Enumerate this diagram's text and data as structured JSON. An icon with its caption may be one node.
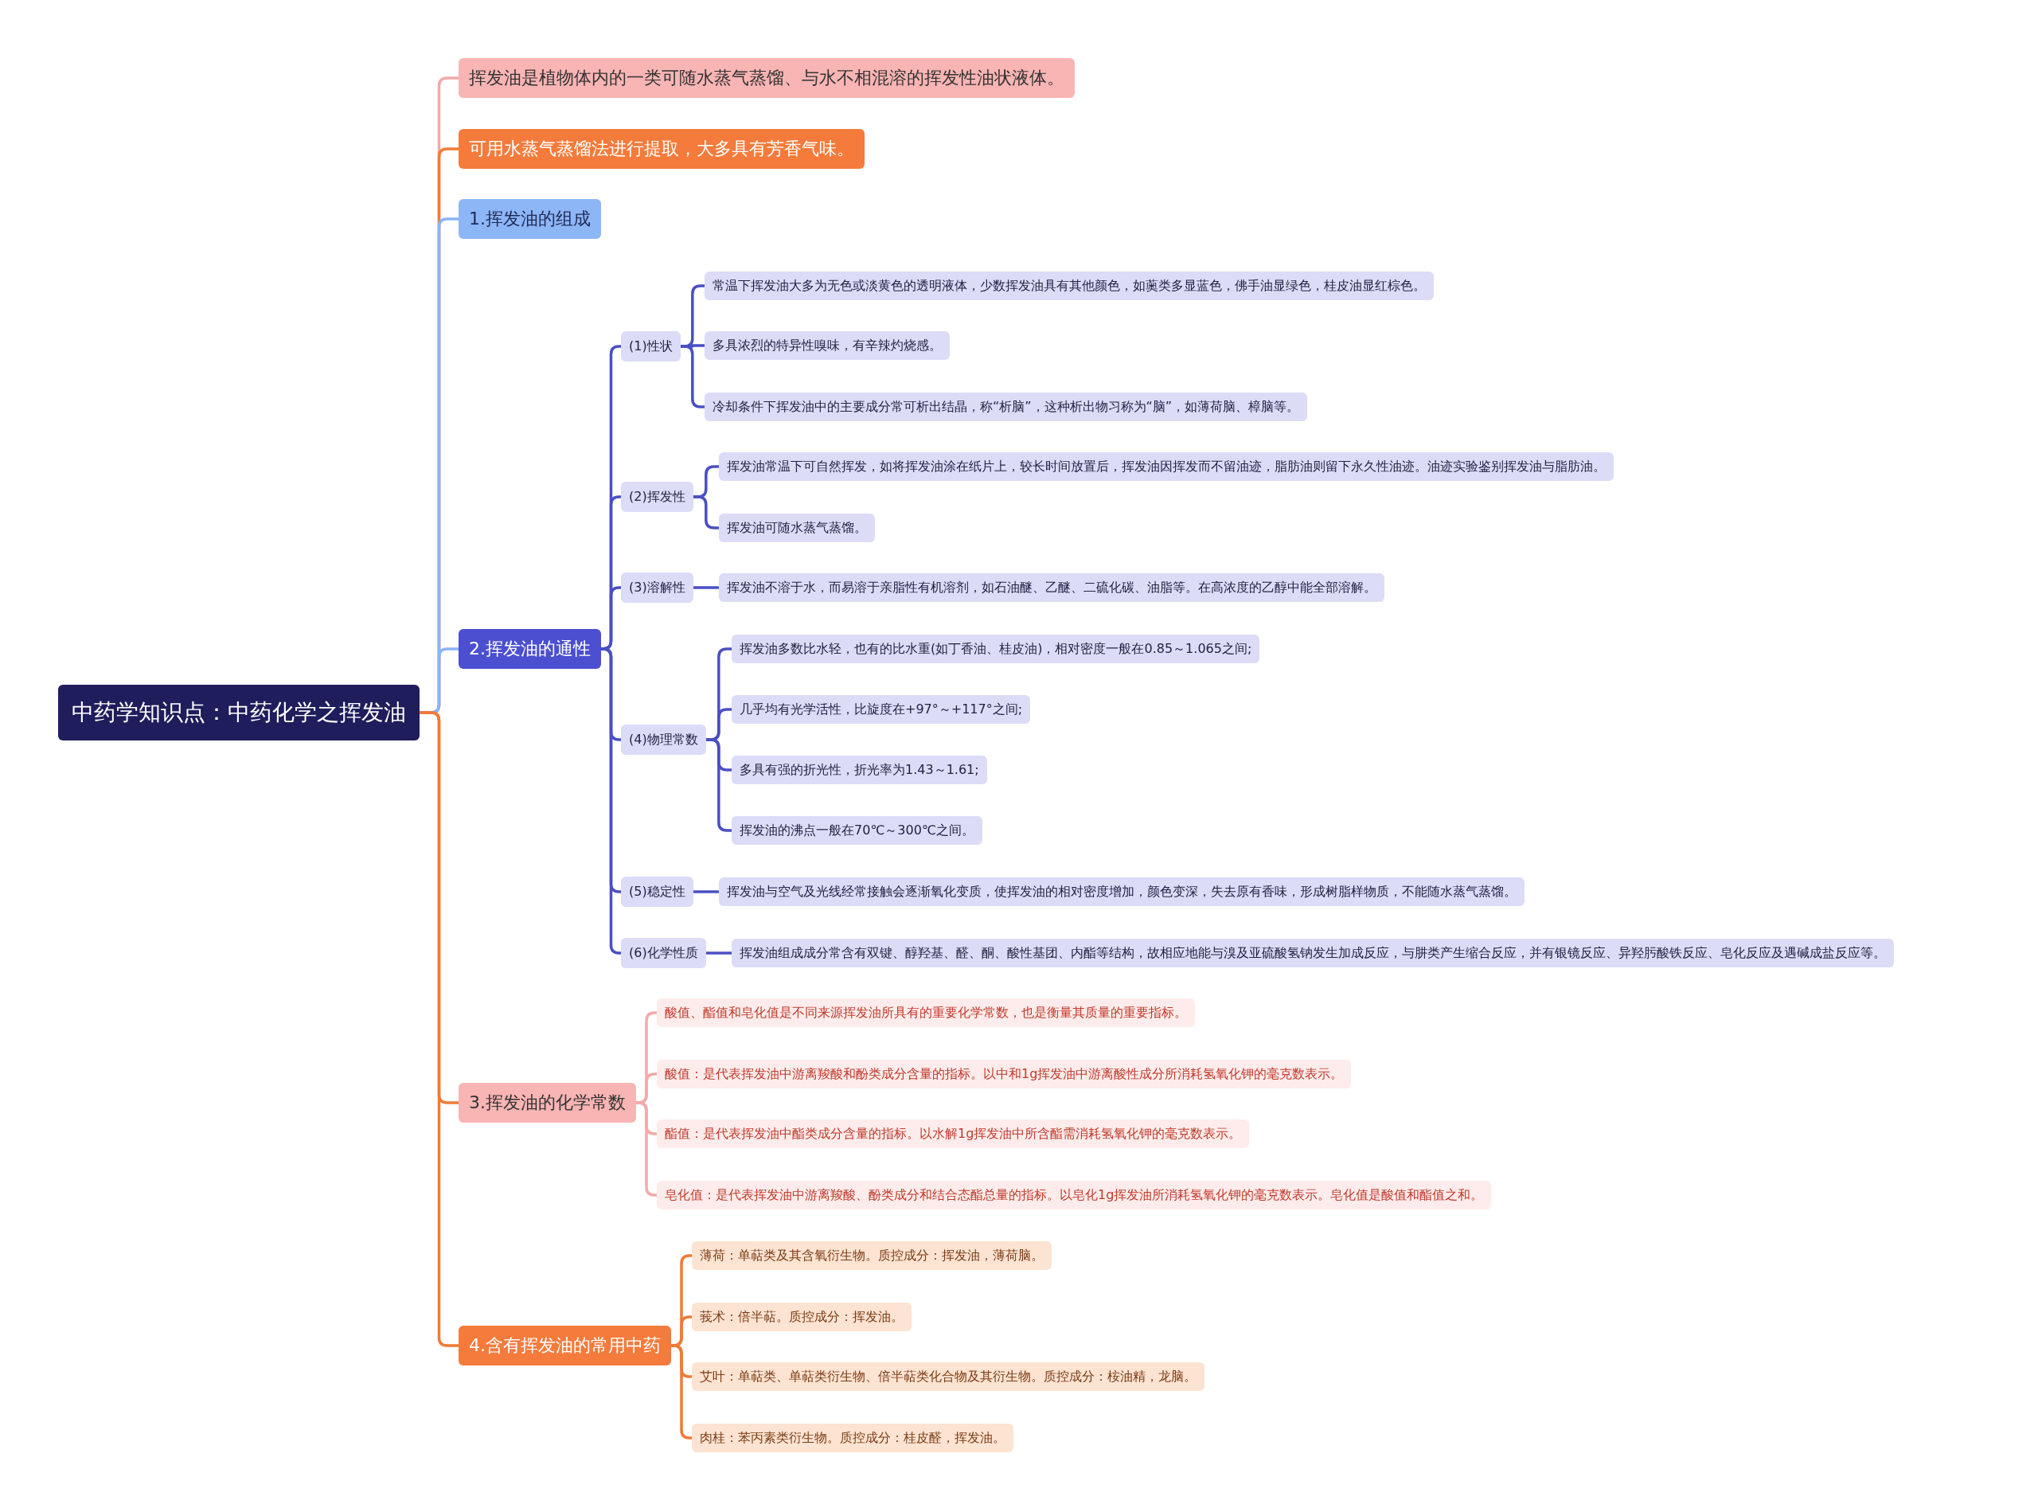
{
  "diagram": {
    "nodes": [
      {
        "text": [
          "中药学知识点：中药化学之挥发油"
        ]
      },
      {
        "text": [
          "挥发油是植物体内的一类可随水蒸气蒸馏、与水不相混溶的挥发性油状液体。"
        ]
      },
      {
        "text": [
          "可用水蒸气蒸馏法进行提取，大多具有芳香气味。"
        ]
      },
      {
        "text": [
          "1.挥发油的组成"
        ]
      },
      {
        "text": [
          "2.挥发油的通性"
        ]
      },
      {
        "text": [
          "(1)性状"
        ]
      },
      {
        "text": [
          "常温下挥发油大多为无色或淡黄色的透明液体，少数挥发油具有其他颜色，如薁类多显蓝色，佛手油显绿色，桂皮油显红棕色。"
        ]
      },
      {
        "text": [
          "多具浓烈的特异性嗅味，有辛辣灼烧感。"
        ]
      },
      {
        "text": [
          "冷却条件下挥发油中的主要成分常可析出结晶，称“析脑”，这种析出物习称为“脑”，如薄荷脑、樟脑等。"
        ]
      },
      {
        "text": [
          "(2)挥发性"
        ]
      },
      {
        "text": [
          "挥发油常温下可自然挥发，如将挥发油涂在纸片上，较长时间放置后，挥发油因挥发而不留油迹，脂肪油则留下永久性油迹。油迹实验鉴别挥发油与脂肪油。"
        ]
      },
      {
        "text": [
          "挥发油可随水蒸气蒸馏。"
        ]
      },
      {
        "text": [
          "(3)溶解性"
        ]
      },
      {
        "text": [
          "挥发油不溶于水，而易溶于亲脂性有机溶剂，如石油醚、乙醚、二硫化碳、油脂等。在高浓度的乙醇中能全部溶解。"
        ]
      },
      {
        "text": [
          "(4)物理常数"
        ]
      },
      {
        "text": [
          "挥发油多数比水轻，也有的比水重(如丁香油、桂皮油)，相对密度一般在0.85～1.065之间;"
        ]
      },
      {
        "text": [
          "几乎均有光学活性，比旋度在+97°～+117°之间;"
        ]
      },
      {
        "text": [
          "多具有强的折光性，折光率为1.43～1.61;"
        ]
      },
      {
        "text": [
          "挥发油的沸点一般在70℃～300℃之间。"
        ]
      },
      {
        "text": [
          "(5)稳定性"
        ]
      },
      {
        "text": [
          "挥发油与空气及光线经常接触会逐渐氧化变质，使挥发油的相对密度增加，颜色变深，失去原有香味，形成树脂样物质，不能随水蒸气蒸馏。"
        ]
      },
      {
        "text": [
          "(6)化学性质"
        ]
      },
      {
        "text": [
          "挥发油组成成分常含有双键、醇羟基、醛、酮、酸性基团、内酯等结构，故相应地能与溴及亚硫酸氢钠发生加成反应，与肼类产生缩合反应，并有银镜反应、异羟肟酸铁反应、皂化反应及遇碱成盐反应等。"
        ]
      },
      {
        "text": [
          "3.挥发油的化学常数"
        ]
      },
      {
        "text": [
          "酸值、酯值和皂化值是不同来源挥发油所具有的重要化学常数，也是衡量其质量的重要指标。"
        ]
      },
      {
        "text": [
          "酸值：是代表挥发油中游离羧酸和酚类成分含量的指标。以中和1g挥发油中游离酸性成分所消耗氢氧化钾的毫克数表示。"
        ]
      },
      {
        "text": [
          "酯值：是代表挥发油中酯类成分含量的指标。以水解1g挥发油中所含酯需消耗氢氧化钾的毫克数表示。"
        ]
      },
      {
        "text": [
          "皂化值：是代表挥发油中游离羧酸、酚类成分和结合态酯总量的指标。以皂化1g挥发油所消耗氢氧化钾的毫克数表示。皂化值是酸值和酯值之和。"
        ]
      },
      {
        "text": [
          "4.含有挥发油的常用中药"
        ]
      },
      {
        "text": [
          "薄荷：单萜类及其含氧衍生物。质控成分：挥发油，薄荷脑。"
        ]
      },
      {
        "text": [
          "莪术：倍半萜。质控成分：挥发油。"
        ]
      },
      {
        "text": [
          "艾叶：单萜类、单萜类衍生物、倍半萜类化合物及其衍生物。质控成分：桉油精，龙脑。"
        ]
      },
      {
        "text": [
          "肉桂：苯丙素类衍生物。质控成分：桂皮醛，挥发油。"
        ]
      }
    ],
    "edges": [
      {
        "from": 0,
        "to": 1,
        "arrow": "none",
        "color": "#f4a9a8"
      },
      {
        "from": 0,
        "to": 2,
        "arrow": "none",
        "color": "#f07a36"
      },
      {
        "from": 0,
        "to": 3,
        "arrow": "none",
        "color": "#8ab4f8"
      },
      {
        "from": 0,
        "to": 4,
        "arrow": "none",
        "color": "#8ab4f8"
      },
      {
        "from": 0,
        "to": 23,
        "arrow": "none",
        "color": "#f07a36"
      },
      {
        "from": 0,
        "to": 28,
        "arrow": "none",
        "color": "#f07a36"
      },
      {
        "from": 4,
        "to": 5,
        "arrow": "none"
      },
      {
        "from": 4,
        "to": 9,
        "arrow": "none"
      },
      {
        "from": 4,
        "to": 12,
        "arrow": "none"
      },
      {
        "from": 4,
        "to": 14,
        "arrow": "none"
      },
      {
        "from": 4,
        "to": 19,
        "arrow": "none"
      },
      {
        "from": 4,
        "to": 21,
        "arrow": "none"
      },
      {
        "from": 5,
        "to": 6,
        "arrow": "none"
      },
      {
        "from": 5,
        "to": 7,
        "arrow": "none"
      },
      {
        "from": 5,
        "to": 8,
        "arrow": "none"
      },
      {
        "from": 9,
        "to": 10,
        "arrow": "none"
      },
      {
        "from": 9,
        "to": 11,
        "arrow": "none"
      },
      {
        "from": 12,
        "to": 13,
        "arrow": "none"
      },
      {
        "from": 14,
        "to": 15,
        "arrow": "none"
      },
      {
        "from": 14,
        "to": 16,
        "arrow": "none"
      },
      {
        "from": 14,
        "to": 17,
        "arrow": "none"
      },
      {
        "from": 14,
        "to": 18,
        "arrow": "none"
      },
      {
        "from": 19,
        "to": 20,
        "arrow": "none"
      },
      {
        "from": 21,
        "to": 22,
        "arrow": "none"
      },
      {
        "from": 23,
        "to": 24,
        "arrow": "none",
        "color": "#f4a9a8"
      },
      {
        "from": 23,
        "to": 25,
        "arrow": "none",
        "color": "#f4a9a8"
      },
      {
        "from": 23,
        "to": 26,
        "arrow": "none",
        "color": "#f4a9a8"
      },
      {
        "from": 23,
        "to": 27,
        "arrow": "none",
        "color": "#f4a9a8"
      },
      {
        "from": 28,
        "to": 29,
        "arrow": "none",
        "color": "#f07a36"
      },
      {
        "from": 28,
        "to": 30,
        "arrow": "none",
        "color": "#f07a36"
      },
      {
        "from": 28,
        "to": 31,
        "arrow": "none",
        "color": "#f07a36"
      },
      {
        "from": 28,
        "to": 32,
        "arrow": "none",
        "color": "#f07a36"
      }
    ]
  }
}
